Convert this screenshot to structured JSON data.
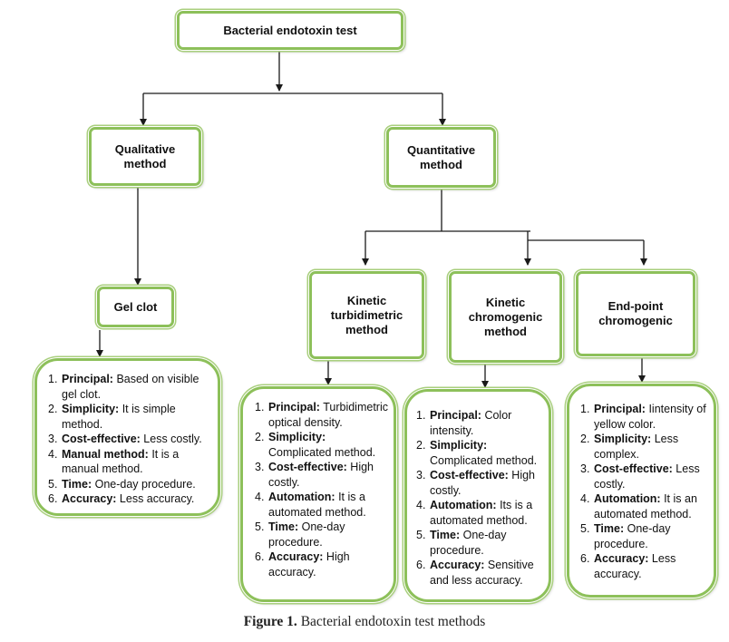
{
  "nodes": {
    "root": "Bacterial endotoxin test",
    "qualitative": "Qualitative\nmethod",
    "quantitative": "Quantitative\nmethod",
    "gel_clot": "Gel clot",
    "kinetic_turbidimetric": "Kinetic\nturbidimetric\nmethod",
    "kinetic_chromogenic": "Kinetic\nchromogenic\nmethod",
    "endpoint_chromogenic": "End-point\nchromogenic"
  },
  "details": {
    "gel_clot": [
      {
        "num": "1.",
        "label": "Principal:",
        "text": " Based on visible gel clot."
      },
      {
        "num": "2.",
        "label": "Simplicity:",
        "text": " It is simple method."
      },
      {
        "num": "3.",
        "label": "Cost-effective:",
        "text": " Less costly."
      },
      {
        "num": "4.",
        "label": "Manual method:",
        "text": " It is a manual method."
      },
      {
        "num": "5.",
        "label": "Time:",
        "text": " One-day procedure."
      },
      {
        "num": "6.",
        "label": "Accuracy:",
        "text": " Less accuracy."
      }
    ],
    "kinetic_turbidimetric": [
      {
        "num": "1.",
        "label": "Principal:",
        "text": " Turbidimetric optical density."
      },
      {
        "num": "2.",
        "label": "Simplicity:",
        "text": " Complicated method."
      },
      {
        "num": "3.",
        "label": "Cost-effective:",
        "text": " High costly."
      },
      {
        "num": "4.",
        "label": "Automation:",
        "text": " It is a automated method."
      },
      {
        "num": "5.",
        "label": "Time:",
        "text": " One-day procedure."
      },
      {
        "num": "6.",
        "label": "Accuracy:",
        "text": " High accuracy."
      }
    ],
    "kinetic_chromogenic": [
      {
        "num": "1.",
        "label": "Principal:",
        "text": " Color intensity."
      },
      {
        "num": "2.",
        "label": "Simplicity:",
        "text": " Complicated method."
      },
      {
        "num": "3.",
        "label": "Cost-effective:",
        "text": " High costly."
      },
      {
        "num": "4.",
        "label": "Automation:",
        "text": " Its is a automated method."
      },
      {
        "num": "5.",
        "label": "Time:",
        "text": " One-day procedure."
      },
      {
        "num": "6.",
        "label": "Accuracy:",
        "text": " Sensitive and less accuracy."
      }
    ],
    "endpoint_chromogenic": [
      {
        "num": "1.",
        "label": "Principal:",
        "text": " Iintensity of yellow color."
      },
      {
        "num": "2.",
        "label": "Simplicity:",
        "text": " Less complex."
      },
      {
        "num": "3.",
        "label": "Cost-effective:",
        "text": " Less costly."
      },
      {
        "num": "4.",
        "label": "Automation:",
        "text": " It is an automated method."
      },
      {
        "num": "5.",
        "label": "Time:",
        "text": " One-day procedure."
      },
      {
        "num": "6.",
        "label": "Accuracy:",
        "text": " Less accuracy."
      }
    ]
  },
  "caption": {
    "label": "Figure 1.",
    "text": " Bacterial endotoxin test methods"
  },
  "colors": {
    "box_border": "#8dc05a",
    "box_outer_ring": "#a9cf7e",
    "connector": "#1a1a1a"
  }
}
